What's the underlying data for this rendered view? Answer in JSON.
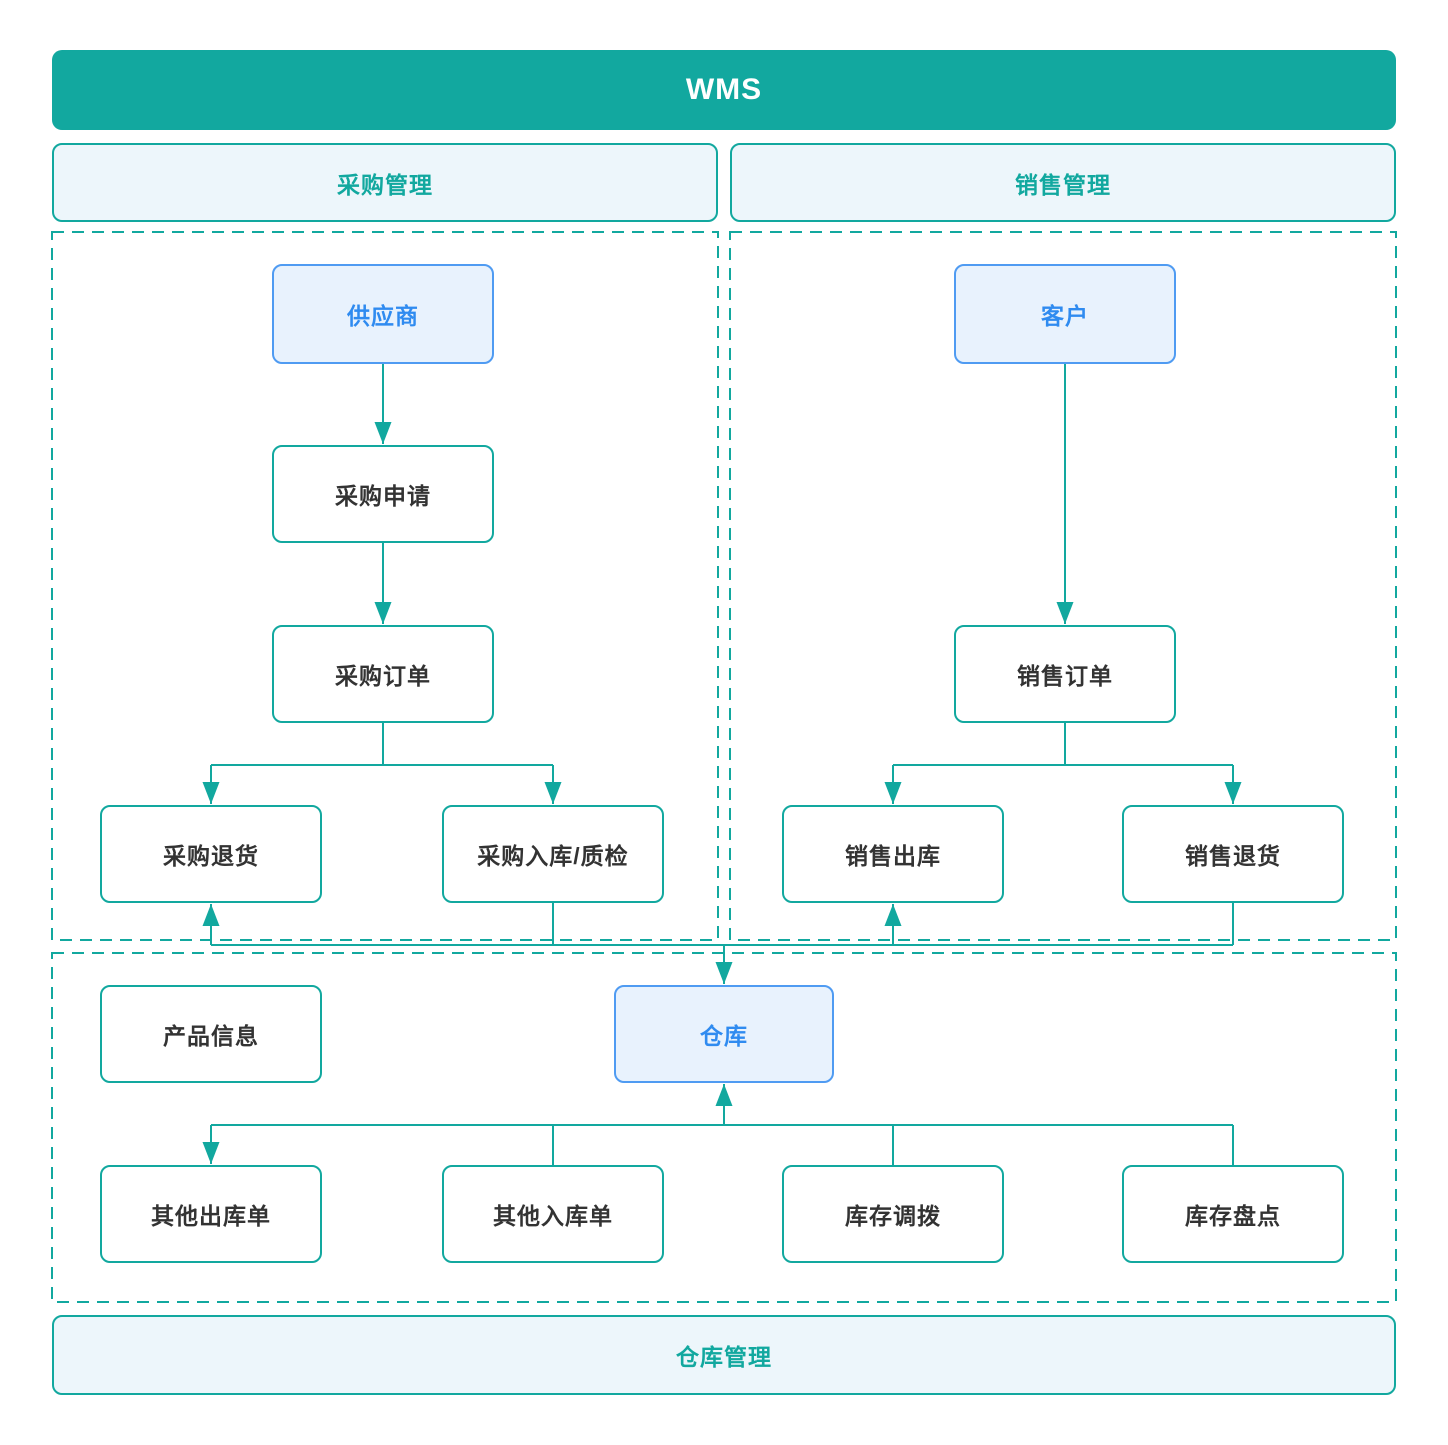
{
  "app": {
    "title": "WMS"
  },
  "colors": {
    "teal": "#12A89F",
    "banner_fill": "#12A89F",
    "banner_text": "#FFFFFF",
    "section_fill": "#EDF6FB",
    "node_border": "#12A89F",
    "node_text": "#333333",
    "highlight_fill": "#E8F2FD",
    "highlight_border": "#4F9BF2",
    "highlight_text": "#2F8BF0"
  },
  "sections": {
    "purchase": {
      "label": "采购管理"
    },
    "sales": {
      "label": "销售管理"
    },
    "warehouse": {
      "label": "仓库管理"
    }
  },
  "nodes": {
    "supplier": {
      "label": "供应商",
      "highlight": true
    },
    "purchase_request": {
      "label": "采购申请",
      "highlight": false
    },
    "purchase_order": {
      "label": "采购订单",
      "highlight": false
    },
    "purchase_return": {
      "label": "采购退货",
      "highlight": false
    },
    "purchase_inbound_qc": {
      "label": "采购入库/质检",
      "highlight": false
    },
    "customer": {
      "label": "客户",
      "highlight": true
    },
    "sales_order": {
      "label": "销售订单",
      "highlight": false
    },
    "sales_outbound": {
      "label": "销售出库",
      "highlight": false
    },
    "sales_return": {
      "label": "销售退货",
      "highlight": false
    },
    "product_info": {
      "label": "产品信息",
      "highlight": false
    },
    "warehouse": {
      "label": "仓库",
      "highlight": true
    },
    "other_outbound": {
      "label": "其他出库单",
      "highlight": false
    },
    "other_inbound": {
      "label": "其他入库单",
      "highlight": false
    },
    "stock_transfer": {
      "label": "库存调拨",
      "highlight": false
    },
    "stock_count": {
      "label": "库存盘点",
      "highlight": false
    }
  },
  "edges": [
    {
      "from": "供应商",
      "to": "采购申请"
    },
    {
      "from": "采购申请",
      "to": "采购订单"
    },
    {
      "from": "采购订单",
      "to": "采购退货"
    },
    {
      "from": "采购订单",
      "to": "采购入库/质检"
    },
    {
      "from": "客户",
      "to": "销售订单"
    },
    {
      "from": "销售订单",
      "to": "销售出库"
    },
    {
      "from": "销售订单",
      "to": "销售退货"
    },
    {
      "from": "采购入库/质检",
      "to": "仓库"
    },
    {
      "from": "销售退货",
      "to": "仓库"
    },
    {
      "from": "仓库",
      "to": "采购退货"
    },
    {
      "from": "仓库",
      "to": "销售出库"
    },
    {
      "from": "仓库",
      "to": "其他出库单"
    },
    {
      "from": "其他入库单",
      "to": "仓库"
    },
    {
      "from": "库存调拨",
      "to": "仓库"
    },
    {
      "from": "库存盘点",
      "to": "仓库"
    }
  ]
}
